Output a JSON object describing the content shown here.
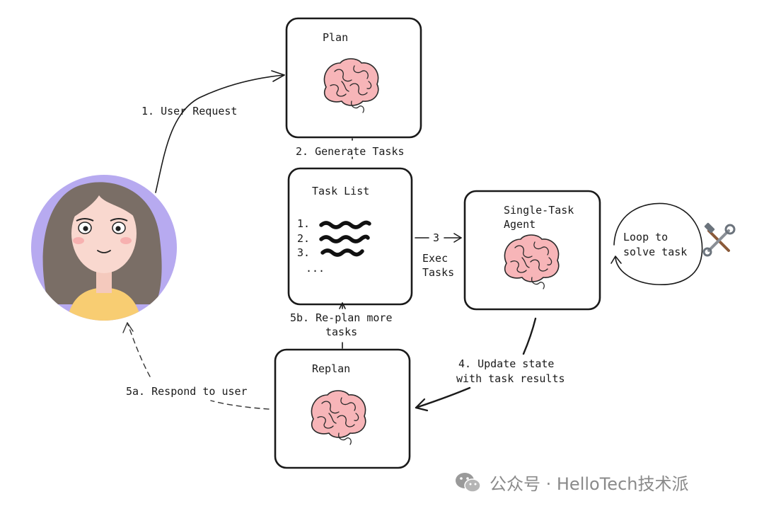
{
  "nodes": {
    "plan": {
      "title": "Plan"
    },
    "task_list": {
      "title": "Task List",
      "items": [
        "1.",
        "2.",
        "3."
      ],
      "more": "..."
    },
    "single_task_agent": {
      "title_line1": "Single-Task",
      "title_line2": "Agent"
    },
    "replan": {
      "title": "Replan"
    },
    "loop": {
      "line1": "Loop to",
      "line2": "solve task"
    }
  },
  "edges": {
    "user_request": "1. User Request",
    "generate_tasks": "2. Generate Tasks",
    "exec_num": "3",
    "exec_line1": "Exec",
    "exec_line2": "Tasks",
    "update_line1": "4. Update state",
    "update_line2": "with task results",
    "replan_line1": "5b. Re-plan more",
    "replan_line2": "tasks",
    "respond": "5a. Respond to user"
  },
  "icons": {
    "tools": "hammer-and-wrench-icon",
    "brain": "brain-icon",
    "user": "user-avatar"
  },
  "colors": {
    "brain": "#f7b5b8",
    "avatar_bg": "#b7aaf0",
    "shirt": "#f8cd72",
    "hair": "#7a6e66"
  },
  "watermark": {
    "text": "公众号 · HelloTech技术派"
  }
}
